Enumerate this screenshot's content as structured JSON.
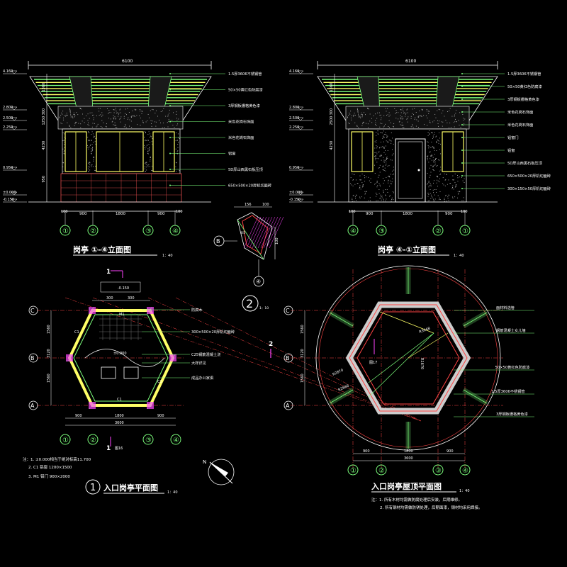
{
  "elev1": {
    "title": "岗亭 ①-④立面图",
    "scale": "1：40",
    "overall_dim": "6100",
    "levels": [
      "4.160",
      "2.800",
      "2.500",
      "2.250",
      "0.950",
      "±0.000",
      "-0.150"
    ],
    "heights": [
      "1360",
      "300",
      "1250",
      "4230",
      "950"
    ],
    "bottom_dims": [
      "900",
      "1800",
      "900"
    ],
    "small_dims": [
      "100",
      "100"
    ],
    "axes": [
      "①",
      "②",
      "③",
      "④"
    ],
    "callouts": [
      "1.5厚3606不锈钢管",
      "50×50黄红色防腐漆",
      "3厚钢板栅格黄色漆",
      "米色花岗石饰面",
      "米色花岗石饰面",
      "铝窗",
      "5D厚山西黑石板压顶",
      "650×500×20厚机切面砖"
    ]
  },
  "elev2": {
    "title": "岗亭 ④-①立面图",
    "scale": "1：40",
    "overall_dim": "6100",
    "levels": [
      "4.160",
      "2.800",
      "2.500",
      "2.250",
      "0.950",
      "±0.000",
      "-0.150"
    ],
    "heights": [
      "1360",
      "300",
      "2500",
      "4230"
    ],
    "bottom_dims": [
      "100",
      "900",
      "1800",
      "900",
      "100"
    ],
    "axes": [
      "④",
      "③",
      "②",
      "①"
    ],
    "callouts": [
      "1.5厚3606不锈钢管",
      "50×50黄红色防腐漆",
      "3厚钢板栅格黄色漆",
      "米色花岗石饰面",
      "米色花岗石饰面",
      "铝窗门",
      "铝窗",
      "5D厚山西黑石板压顶",
      "650×500×20厚机切面砖",
      "300×150×50厚机切面砖"
    ]
  },
  "detail": {
    "label": "2",
    "scale": "1：10",
    "dims": [
      "156",
      "100",
      "R5",
      "100"
    ],
    "axes": [
      "B",
      "④"
    ]
  },
  "plan": {
    "title": "入口岗亭平面图",
    "number": "1",
    "scale": "1：40",
    "section_mark": "1",
    "level_top": "-0.150",
    "level_center": "±0.000",
    "axes_rows": [
      "C",
      "B",
      "A"
    ],
    "axes_cols": [
      "①",
      "②",
      "③",
      "④"
    ],
    "row_dims": [
      "1560",
      "3120",
      "1560"
    ],
    "col_dims": [
      "300",
      "300",
      "900",
      "1800",
      "900",
      "3600"
    ],
    "marks": [
      "C1",
      "M1",
      "C1",
      "C1"
    ],
    "callouts": [
      "防腐木",
      "300×500×20厚机切面砖",
      "C25钢筋混凝土浇",
      "大样详见",
      "成品办公家俱"
    ],
    "drawing_ref": "图16",
    "notes": [
      "注：1. ±0.000相当于绝对标高11.700",
      "2. C1  铝窗  1200×1500",
      "3. M1  铝门  900×2000"
    ]
  },
  "roof": {
    "title": "入口岗亭屋顶平面图",
    "scale": "1：40",
    "axes_rows": [
      "C",
      "B",
      "A"
    ],
    "axes_cols": [
      "①",
      "②",
      "③",
      "④"
    ],
    "row_dims": [
      "1560",
      "3120",
      "1560"
    ],
    "col_dims": [
      "900",
      "1800",
      "900",
      "3600"
    ],
    "radius_labels": [
      "R3048",
      "R2870",
      "R2666",
      "R1670"
    ],
    "section_mark": "2",
    "drawing_ref": "图17",
    "callouts": [
      "面材料选管",
      "钢筋混凝土女儿墙",
      "50×50黄红色防腐漆",
      "1.5厚3606不锈钢管",
      "3厚钢板栅格黄色漆"
    ],
    "notes": [
      "注：1. 所有木材均需做防腐处理后安装，后期维修。",
      "2. 所有钢材均需做防锈处理，后期面漆，钢材均采用焊接。"
    ]
  },
  "north_label": "N"
}
